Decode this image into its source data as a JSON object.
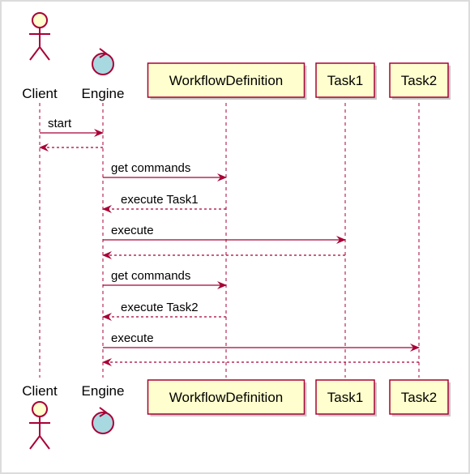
{
  "colors": {
    "frame": "#dcdcdc",
    "lifeline": "#a80036",
    "box_fill": "#fefece",
    "box_stroke": "#a80036",
    "control_fill": "#a8d8e0",
    "arrow": "#a80036"
  },
  "participants": [
    {
      "id": "client",
      "kind": "actor",
      "name": "Client"
    },
    {
      "id": "engine",
      "kind": "control",
      "name": "Engine"
    },
    {
      "id": "workflow",
      "kind": "participant",
      "name": "WorkflowDefinition"
    },
    {
      "id": "task1",
      "kind": "participant",
      "name": "Task1"
    },
    {
      "id": "task2",
      "kind": "participant",
      "name": "Task2"
    }
  ],
  "messages": [
    {
      "from": "client",
      "to": "engine",
      "label": "start",
      "style": "solid"
    },
    {
      "from": "engine",
      "to": "client",
      "label": "",
      "style": "dashed"
    },
    {
      "from": "engine",
      "to": "workflow",
      "label": "get commands",
      "style": "solid"
    },
    {
      "from": "workflow",
      "to": "engine",
      "label": "execute Task1",
      "style": "dashed"
    },
    {
      "from": "engine",
      "to": "task1",
      "label": "execute",
      "style": "solid"
    },
    {
      "from": "task1",
      "to": "engine",
      "label": "",
      "style": "dashed"
    },
    {
      "from": "engine",
      "to": "workflow",
      "label": "get commands",
      "style": "solid"
    },
    {
      "from": "workflow",
      "to": "engine",
      "label": "execute Task2",
      "style": "dashed"
    },
    {
      "from": "engine",
      "to": "task2",
      "label": "execute",
      "style": "solid"
    },
    {
      "from": "task2",
      "to": "engine",
      "label": "",
      "style": "dashed"
    }
  ]
}
